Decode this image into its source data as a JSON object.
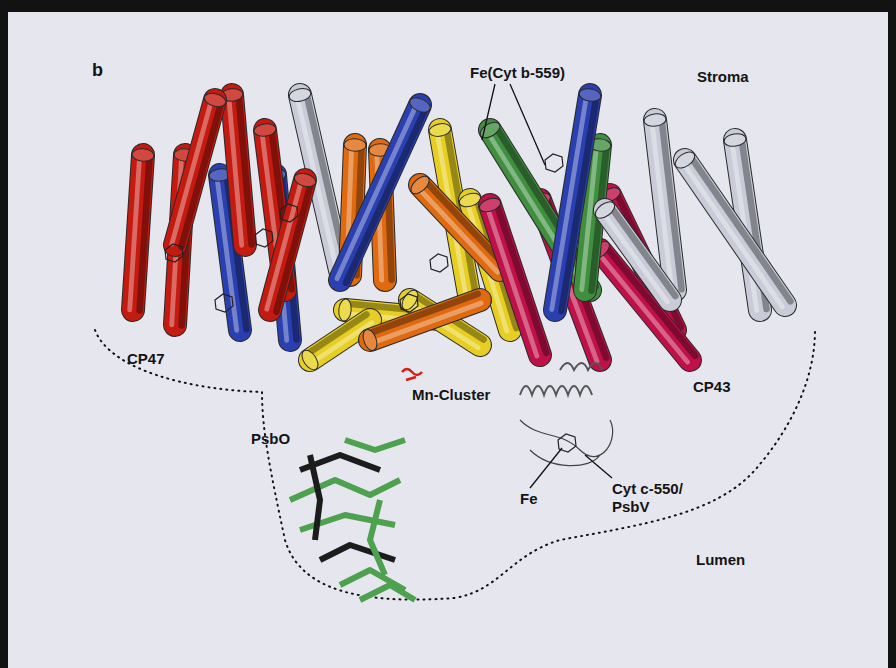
{
  "diagram": {
    "labels": [
      "b",
      "Fe(Cyt b-559)",
      "Stroma",
      "CP47",
      "Mn-Cluster",
      "PsbO",
      "CP43",
      "Fe",
      "Cyt c-550/ PsbV",
      "Lumen"
    ]
  }
}
